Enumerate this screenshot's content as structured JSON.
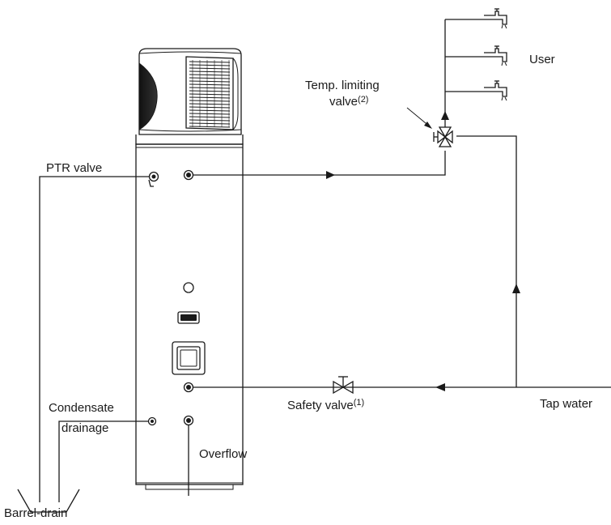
{
  "labels": {
    "user": "User",
    "temp_valve_line1": "Temp. limiting",
    "temp_valve_line2": "valve",
    "temp_valve_sup": "(2)",
    "ptr_valve": "PTR valve",
    "condensate_line1": "Condensate",
    "condensate_line2": "drainage",
    "safety_valve": "Safety valve",
    "safety_valve_sup": "(1)",
    "tap_water": "Tap water",
    "overflow": "Overflow",
    "barrel_drain": "Barrel-drain"
  },
  "colors": {
    "line": "#1a1a1a",
    "background": "#ffffff"
  }
}
